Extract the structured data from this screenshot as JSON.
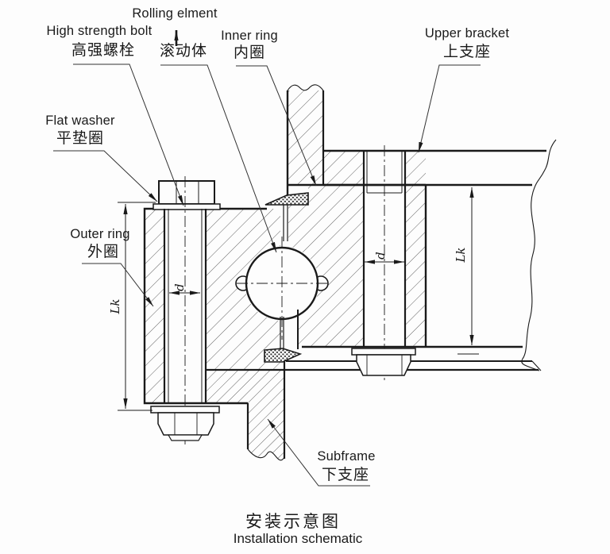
{
  "labels": {
    "rolling_element": {
      "en": "Rolling elment",
      "zh": "滚动体"
    },
    "high_strength_bolt": {
      "en": "High strength bolt",
      "zh": "高强螺栓"
    },
    "inner_ring": {
      "en": "Inner ring",
      "zh": "内圈"
    },
    "upper_bracket": {
      "en": "Upper bracket",
      "zh": "上支座"
    },
    "flat_washer": {
      "en": "Flat washer",
      "zh": "平垫圈"
    },
    "outer_ring": {
      "en": "Outer ring",
      "zh": "外圈"
    },
    "subframe": {
      "en": "Subframe",
      "zh": "下支座"
    }
  },
  "dimensions": {
    "bolt_diameter": "d",
    "bolt_length": "Lk"
  },
  "title": {
    "zh": "安装示意图",
    "en": "Installation schematic"
  },
  "colors": {
    "line": "#1a1a1a",
    "hatch": "#505050",
    "background": "#fdfdfd"
  }
}
